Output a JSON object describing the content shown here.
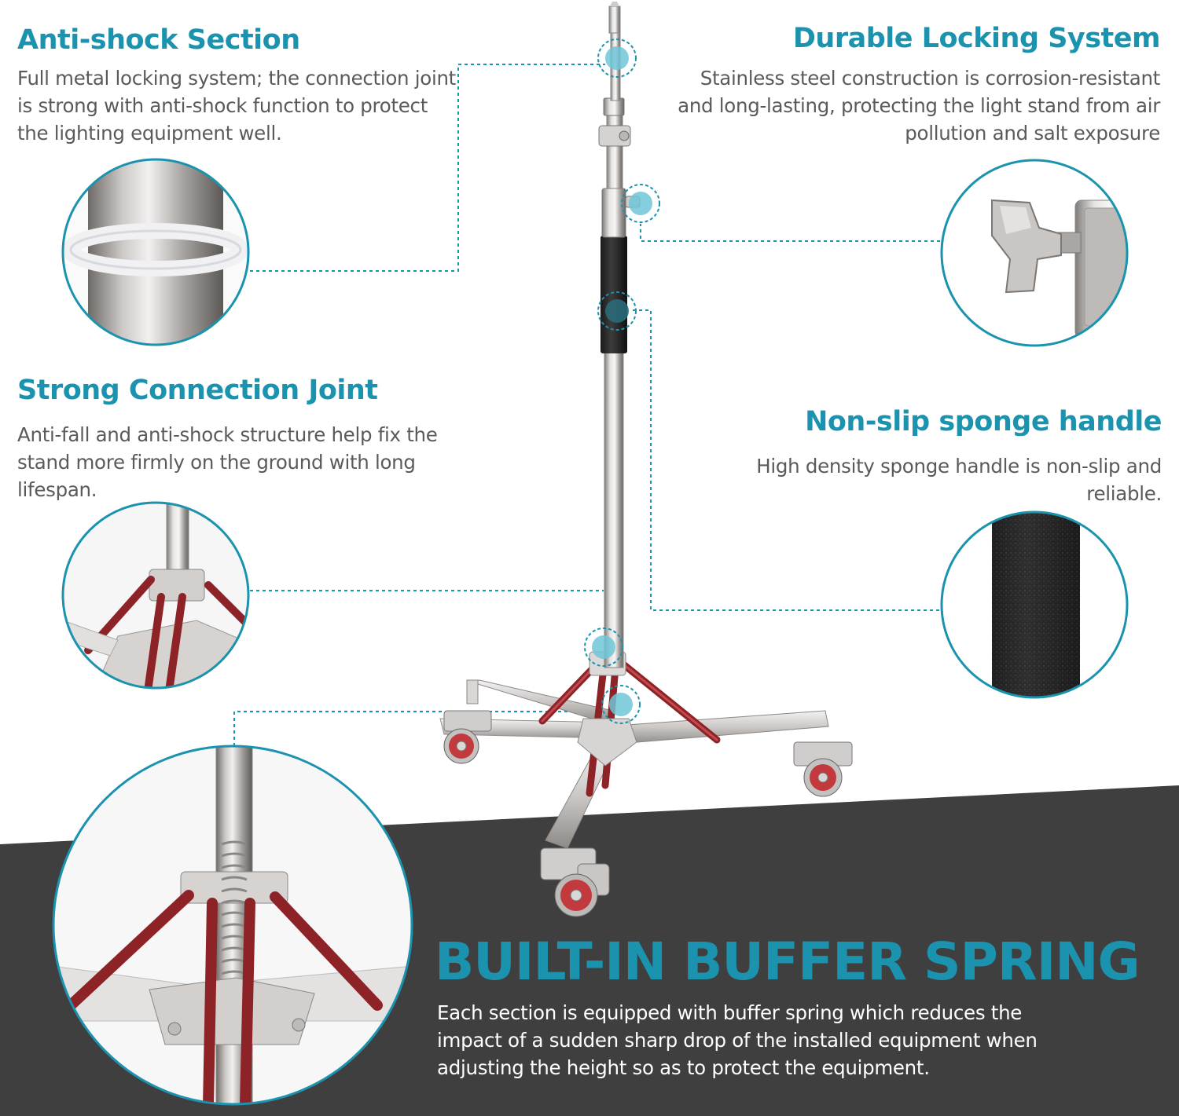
{
  "colors": {
    "accent": "#1b93ae",
    "dark_band": "#3f3f3f",
    "body_text": "#5a5a5a",
    "leg_red": "#9b2a2f"
  },
  "features": {
    "anti_shock": {
      "title": "Anti-shock Section",
      "description": "Full metal locking system; the connection joint is strong with anti-shock function to protect the lighting equipment well."
    },
    "locking": {
      "title": "Durable Locking System",
      "description": "Stainless steel construction is corrosion-resistant and long-lasting, protecting the light stand from air pollution and salt exposure"
    },
    "joint": {
      "title": "Strong Connection Joint",
      "description": "Anti-fall and anti-shock structure help fix the stand more firmly on the ground with long lifespan."
    },
    "handle": {
      "title": "Non-slip sponge handle",
      "description": "High density sponge handle is non-slip and reliable."
    },
    "spring": {
      "title": "BUILT-IN BUFFER SPRING",
      "description": "Each section is equipped with buffer spring which reduces the impact of a sudden sharp drop of  the installed equipment when adjusting the height so as to protect the equipment."
    }
  },
  "icons": [
    "callout-dot-icon",
    "detail-zoom-circle"
  ]
}
